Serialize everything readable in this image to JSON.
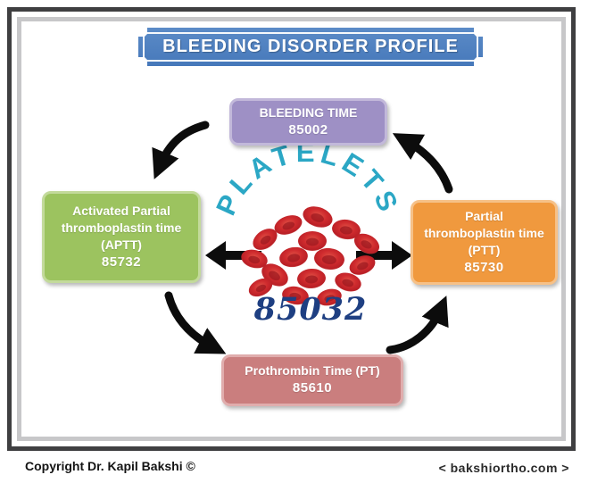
{
  "title": "BLEEDING DISORDER PROFILE",
  "diagram": {
    "center": {
      "label": "PLATELETS",
      "code": "85032"
    },
    "nodes": {
      "top": {
        "label": "BLEEDING TIME",
        "code": "85002",
        "color": "#9e90c5"
      },
      "left": {
        "label": "Activated Partial thromboplastin time (APTT)",
        "code": "85732",
        "color": "#9cc35f"
      },
      "right": {
        "label": "Partial thromboplastin time (PTT)",
        "code": "85730",
        "color": "#f0993e"
      },
      "bottom": {
        "label": "Prothrombin Time (PT)",
        "code": "85610",
        "color": "#ca7e7e"
      }
    },
    "colors": {
      "title_banner": "#4d80bf",
      "center_label": "#2ba7c5",
      "center_code": "#1e3f82",
      "arrows": "#0c0c0c",
      "frame_outer": "#3f3f41",
      "frame_inner": "#c7c7c9"
    }
  },
  "footer": {
    "copyright": "Copyright Dr. Kapil Bakshi ©",
    "website": "< bakshiortho.com >"
  }
}
